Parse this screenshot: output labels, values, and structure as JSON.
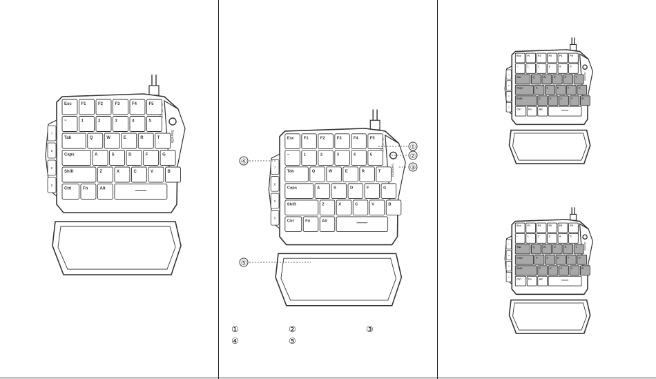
{
  "keyboard": {
    "rows": [
      [
        "Esc",
        "F1",
        "F2",
        "F3",
        "F4",
        "F5"
      ],
      [
        "~",
        "1",
        "2",
        "3",
        "4",
        "5"
      ],
      [
        "Tab",
        "Q",
        "W",
        "E",
        "R",
        "T"
      ],
      [
        "Caps",
        "A",
        "S",
        "D",
        "F",
        "G"
      ],
      [
        "Shift",
        "Z",
        "X",
        "C",
        "V",
        "B"
      ],
      [
        "Ctrl",
        "Fn",
        "Alt",
        ""
      ]
    ],
    "side_keys": [
      "7",
      "8",
      "9",
      "0"
    ],
    "brand": "GameSir"
  },
  "callouts": [
    "①",
    "②",
    "③",
    "④",
    "⑤"
  ],
  "legend": {
    "row1": [
      "①",
      "②",
      "③"
    ],
    "row2": [
      "④",
      "⑤"
    ]
  },
  "colors": {
    "line": "#333333",
    "key_fill": "#ffffff",
    "highlight": "#a8a8a8"
  }
}
